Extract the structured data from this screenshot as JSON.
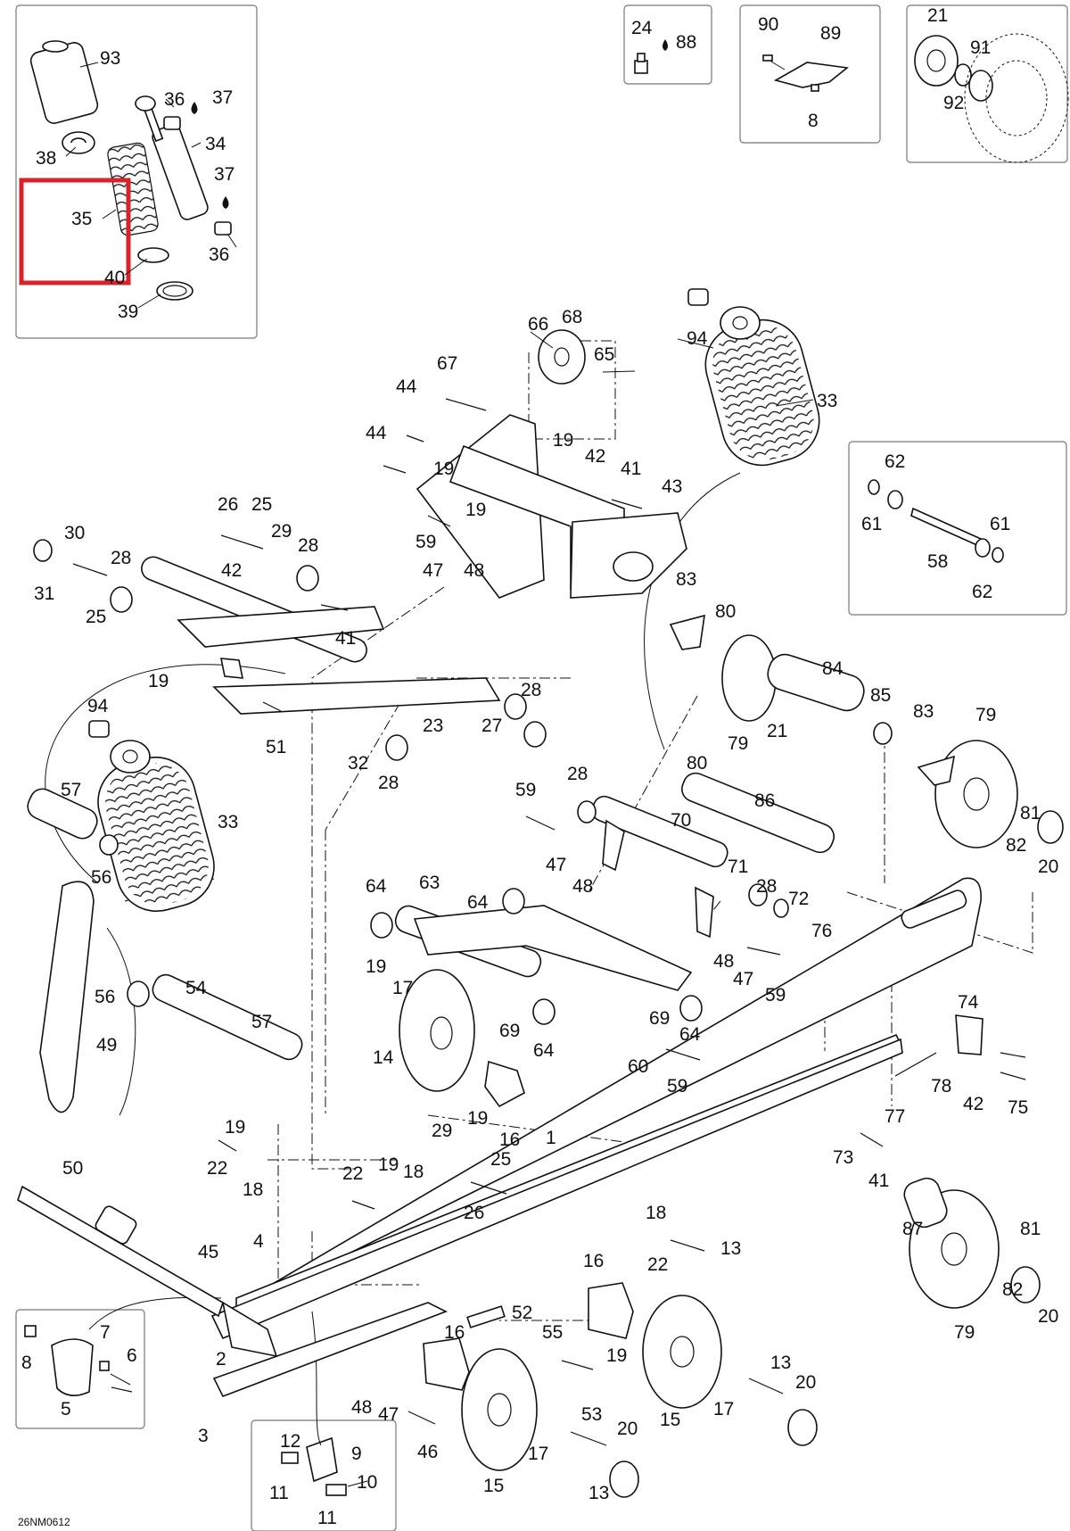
{
  "drawing_code": "26NM0612",
  "highlighted_part": "35",
  "part_numbers": {
    "p93": "93",
    "p36a": "36",
    "p37a": "37",
    "p34": "34",
    "p38": "38",
    "p37b": "37",
    "p35": "35",
    "p40": "40",
    "p36b": "36",
    "p39": "39",
    "p24": "24",
    "p88": "88",
    "p90": "90",
    "p89": "89",
    "p8a": "8",
    "p21a": "21",
    "p91": "91",
    "p92": "92",
    "p94a": "94",
    "p66": "66",
    "p68": "68",
    "p65": "65",
    "p67": "67",
    "p44a": "44",
    "p44b": "44",
    "p33a": "33",
    "p19a": "19",
    "p42a": "42",
    "p41a": "41",
    "p43": "43",
    "p19b": "19",
    "p59a": "59",
    "p47a": "47",
    "p48a": "48",
    "p62a": "62",
    "p61a": "61",
    "p61b": "61",
    "p58": "58",
    "p62b": "62",
    "p26a": "26",
    "p25a": "25",
    "p29a": "29",
    "p28a": "28",
    "p30": "30",
    "p28b": "28",
    "p31": "31",
    "p25b": "25",
    "p42b": "42",
    "p41b": "41",
    "p19c": "19",
    "p28c": "28",
    "p27": "27",
    "p23": "23",
    "p51": "51",
    "p32": "32",
    "p28d": "28",
    "p83a": "83",
    "p80a": "80",
    "p84": "84",
    "p85": "85",
    "p21b": "21",
    "p79a": "79",
    "p83b": "83",
    "p79b": "79",
    "p81a": "81",
    "p82a": "82",
    "p20a": "20",
    "p94b": "94",
    "p33b": "33",
    "p57a": "57",
    "p56a": "56",
    "p59b": "59",
    "p28e": "28",
    "p80b": "80",
    "p86": "86",
    "p70": "70",
    "p47b": "47",
    "p48b": "48",
    "p71": "71",
    "p28f": "28",
    "p72": "72",
    "p64a": "64",
    "p63": "63",
    "p64b": "64",
    "p76": "76",
    "p48c": "48",
    "p47c": "47",
    "p59c": "59",
    "p56b": "56",
    "p54": "54",
    "p57b": "57",
    "p19d": "19",
    "p17a": "17",
    "p14": "14",
    "p49": "49",
    "p69a": "69",
    "p64c": "64",
    "p69b": "69",
    "p64d": "64",
    "p60": "60",
    "p59d": "59",
    "p19e": "19",
    "p16a": "16",
    "p74": "74",
    "p78": "78",
    "p42c": "42",
    "p75": "75",
    "p77": "77",
    "p19f": "19",
    "p22a": "22",
    "p18a": "18",
    "p50": "50",
    "p29b": "29",
    "p25c": "25",
    "p1": "1",
    "p26b": "26",
    "p22b": "22",
    "p19g": "19",
    "p18b": "18",
    "p73": "73",
    "p41c": "41",
    "p87": "87",
    "p79c": "79",
    "p81b": "81",
    "p82b": "82",
    "p20b": "20",
    "p45": "45",
    "p4": "4",
    "p18c": "18",
    "p13a": "13",
    "p22c": "22",
    "p16b": "16",
    "p52": "52",
    "p7": "7",
    "p8b": "8",
    "p6": "6",
    "p5": "5",
    "p2": "2",
    "p16c": "16",
    "p55": "55",
    "p19h": "19",
    "p53": "53",
    "p13b": "13",
    "p20c": "20",
    "p15a": "15",
    "p17b": "17",
    "p48d": "48",
    "p47d": "47",
    "p46": "46",
    "p3": "3",
    "p17c": "17",
    "p20d": "20",
    "p15b": "15",
    "p13c": "13",
    "p12": "12",
    "p9": "9",
    "p10": "10",
    "p11a": "11",
    "p11b": "11"
  }
}
